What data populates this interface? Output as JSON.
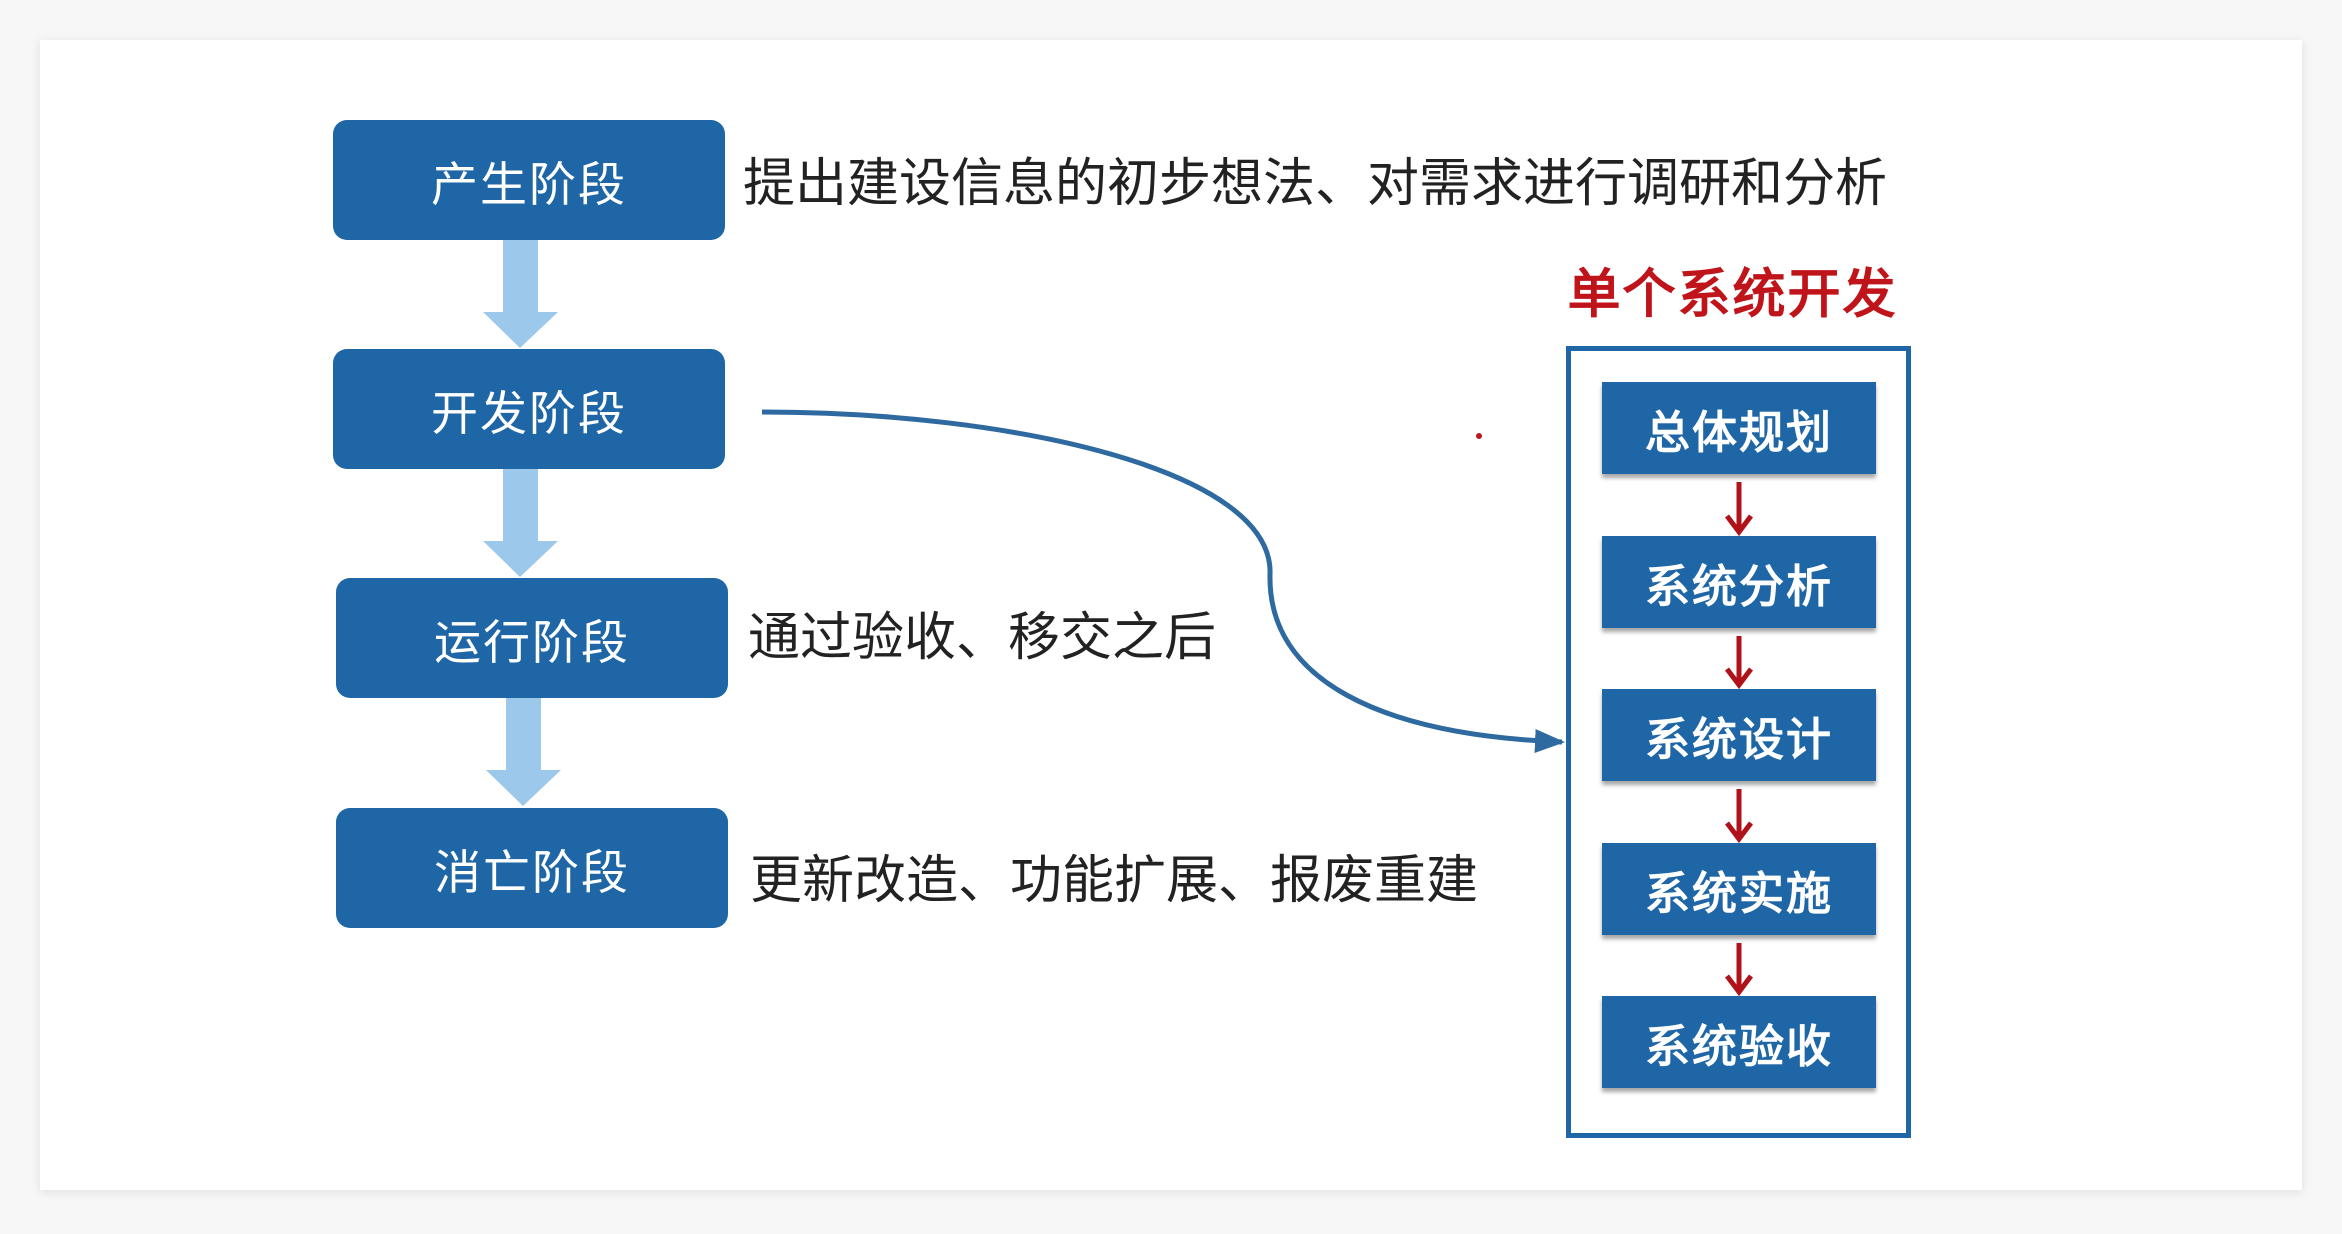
{
  "lifecycle": {
    "stages": [
      {
        "label": "产生阶段",
        "description": "提出建设信息的初步想法、对需求进行调研和分析"
      },
      {
        "label": "开发阶段",
        "description": ""
      },
      {
        "label": "运行阶段",
        "description": "通过验收、移交之后"
      },
      {
        "label": "消亡阶段",
        "description": "更新改造、功能扩展、报废重建"
      }
    ]
  },
  "development": {
    "title": "单个系统开发",
    "steps": [
      "总体规划",
      "系统分析",
      "系统设计",
      "系统实施",
      "系统验收"
    ]
  },
  "colors": {
    "stage_box": "#1f66a6",
    "stage_arrow": "#9cc8ec",
    "curve": "#2e6aa0",
    "panel_title": "#c0141b",
    "step_arrow": "#b0121a"
  }
}
